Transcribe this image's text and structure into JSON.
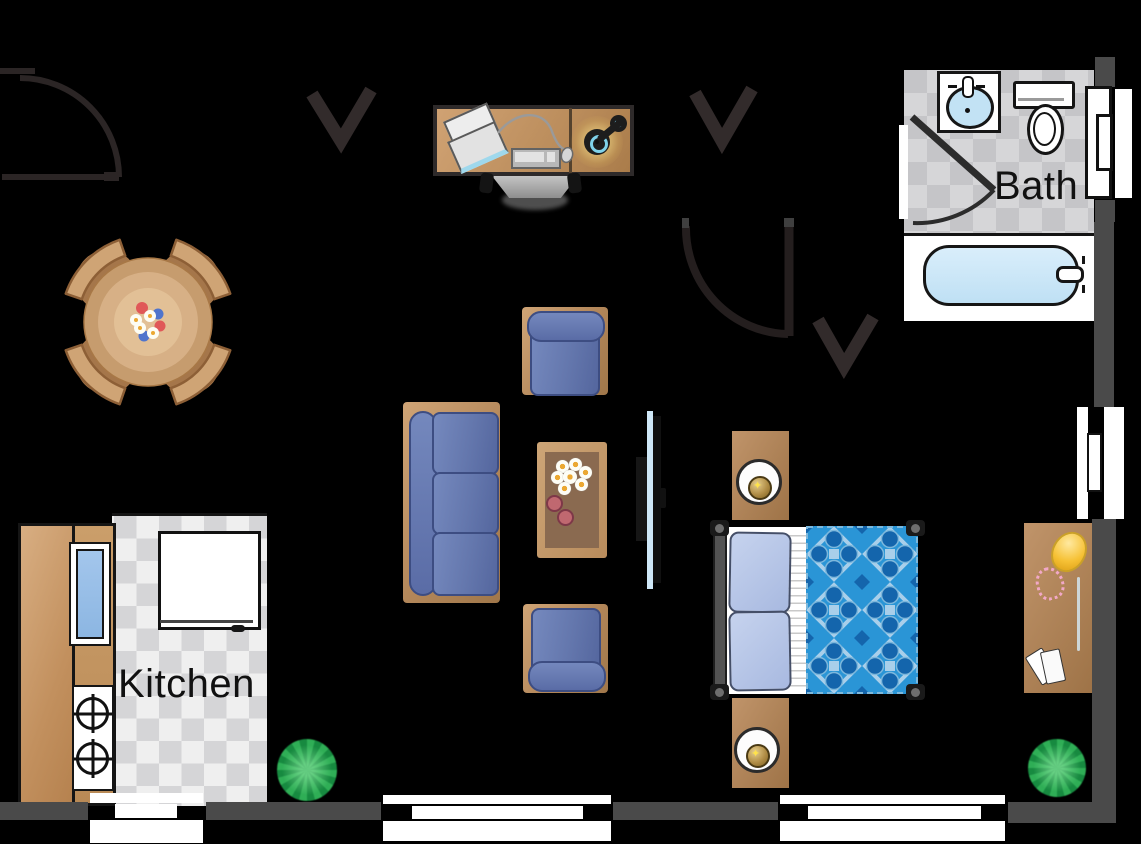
{
  "plan": {
    "type": "apartment-floor-plan",
    "background": "#000000",
    "rooms": {
      "bath": {
        "label": "Bath"
      },
      "kitchen": {
        "label": "Kitchen"
      },
      "living_sleeping_area": {
        "label": ""
      }
    },
    "furniture": [
      "round-dining-table-with-4-chairs-and-flower-bouquet",
      "desk-with-laptop-keyboard-mouse-and-lamp",
      "desk-chair",
      "three-seat-sofa",
      "armchair-top",
      "armchair-bottom",
      "coffee-table-with-daisies-and-two-cups",
      "flat-screen-tv",
      "double-bed-with-two-pillows-and-patterned-quilt",
      "nightstand-with-lamp-top",
      "nightstand-with-lamp-bottom",
      "dresser-with-tray-necklace-and-cards",
      "bathroom-sink",
      "toilet",
      "bathtub",
      "kitchen-counter",
      "kitchen-sink",
      "stove-two-burners",
      "refrigerator",
      "potted-plant-left",
      "potted-plant-right"
    ],
    "symbols": [
      "door-swing-top-left",
      "door-swing-bath",
      "door-swing-bedroom",
      "opening-chevron-x3",
      "window-x5"
    ],
    "colors": {
      "wall_gray": "#4a4a4a",
      "bath_tile_light": "#d6d6d8",
      "bath_tile_dark": "#c5c5c8",
      "kitchen_tile_light": "#efefef",
      "kitchen_tile_dark": "#d5d5d7",
      "wood_tan": "#c49a6c",
      "wood_dark": "#9e7347",
      "sofa_blue": "#6477ad",
      "quilt_blue": "#2a95d6",
      "quilt_motif": "#1465ac",
      "pillow_blue": "#b9c7e6",
      "tub_blue": "#cde7f7",
      "sink_blue": "#bfe2f4",
      "kitchen_sink_blue": "#8cb6e2",
      "plant_green": "#2fae56",
      "label_text": "#111111"
    }
  }
}
